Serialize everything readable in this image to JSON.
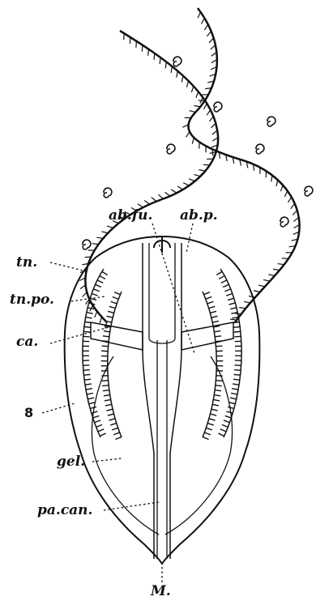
{
  "figure": {
    "labels": {
      "ab_fu": "ab.fu.",
      "ab_p": "ab.p.",
      "tn": "tn.",
      "tn_po": "tn.po.",
      "ca": "ca.",
      "eight": "8",
      "gel": "gel.",
      "pa_can": "pa.can.",
      "m": "M."
    },
    "colors": {
      "ink": "#111111",
      "paper": "#ffffff"
    }
  }
}
